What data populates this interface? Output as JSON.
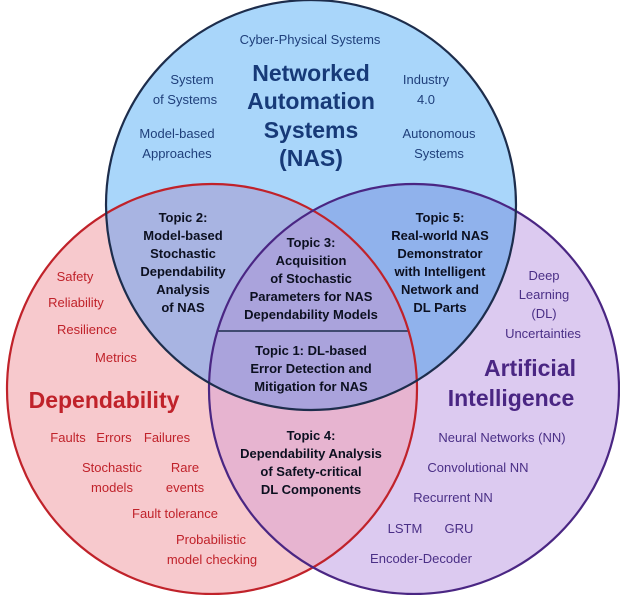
{
  "colors": {
    "nas_fill": "#a9d6fa",
    "dep_fill": "#f7c9cd",
    "ai_fill": "#dccaf0",
    "nas_dep_fill": "#a8b4e2",
    "nas_ai_fill": "#90b2ec",
    "dep_ai_fill": "#e7b4d0",
    "center_fill": "#aaa3dc",
    "nas_stroke": "#1d2d4c",
    "dep_stroke": "#c0222a",
    "ai_stroke": "#4a2683"
  },
  "nas": {
    "title": [
      "Networked",
      "Automation",
      "Systems",
      "(NAS)"
    ],
    "items": {
      "cps": "Cyber-Physical Systems",
      "sos": [
        "System",
        "of Systems"
      ],
      "industry": [
        "Industry",
        "4.0"
      ],
      "model_based": [
        "Model-based",
        "Approaches"
      ],
      "autonomous": [
        "Autonomous",
        "Systems"
      ]
    }
  },
  "dependability": {
    "title": "Dependability",
    "items": {
      "safety": "Safety",
      "reliability": "Reliability",
      "resilience": "Resilience",
      "metrics": "Metrics",
      "faults": "Faults",
      "errors": "Errors",
      "failures": "Failures",
      "stochastic_models": [
        "Stochastic",
        "models"
      ],
      "rare_events": [
        "Rare",
        "events"
      ],
      "fault_tolerance": "Fault tolerance",
      "probabilistic_mc": [
        "Probabilistic",
        "model checking"
      ]
    }
  },
  "ai": {
    "title": [
      "Artificial",
      "Intelligence"
    ],
    "items": {
      "deep_learning": [
        "Deep",
        "Learning",
        "(DL)"
      ],
      "uncertainties": "Uncertainties",
      "nn": "Neural Networks (NN)",
      "cnn": "Convolutional NN",
      "rnn": "Recurrent NN",
      "lstm": "LSTM",
      "gru": "GRU",
      "encdec": "Encoder-Decoder"
    }
  },
  "topics": {
    "topic1": [
      "Topic 1: DL-based",
      "Error Detection and",
      "Mitigation for NAS"
    ],
    "topic2": [
      "Topic 2:",
      "Model-based",
      "Stochastic",
      "Dependability",
      "Analysis",
      "of NAS"
    ],
    "topic3": [
      "Topic 3:",
      "Acquisition",
      "of Stochastic",
      "Parameters for NAS",
      "Dependability Models"
    ],
    "topic4": [
      "Topic 4:",
      "Dependability Analysis",
      "of Safety-critical",
      "DL Components"
    ],
    "topic5": [
      "Topic 5:",
      "Real-world NAS",
      "Demonstrator",
      "with Intelligent",
      "Network and",
      "DL Parts"
    ]
  }
}
